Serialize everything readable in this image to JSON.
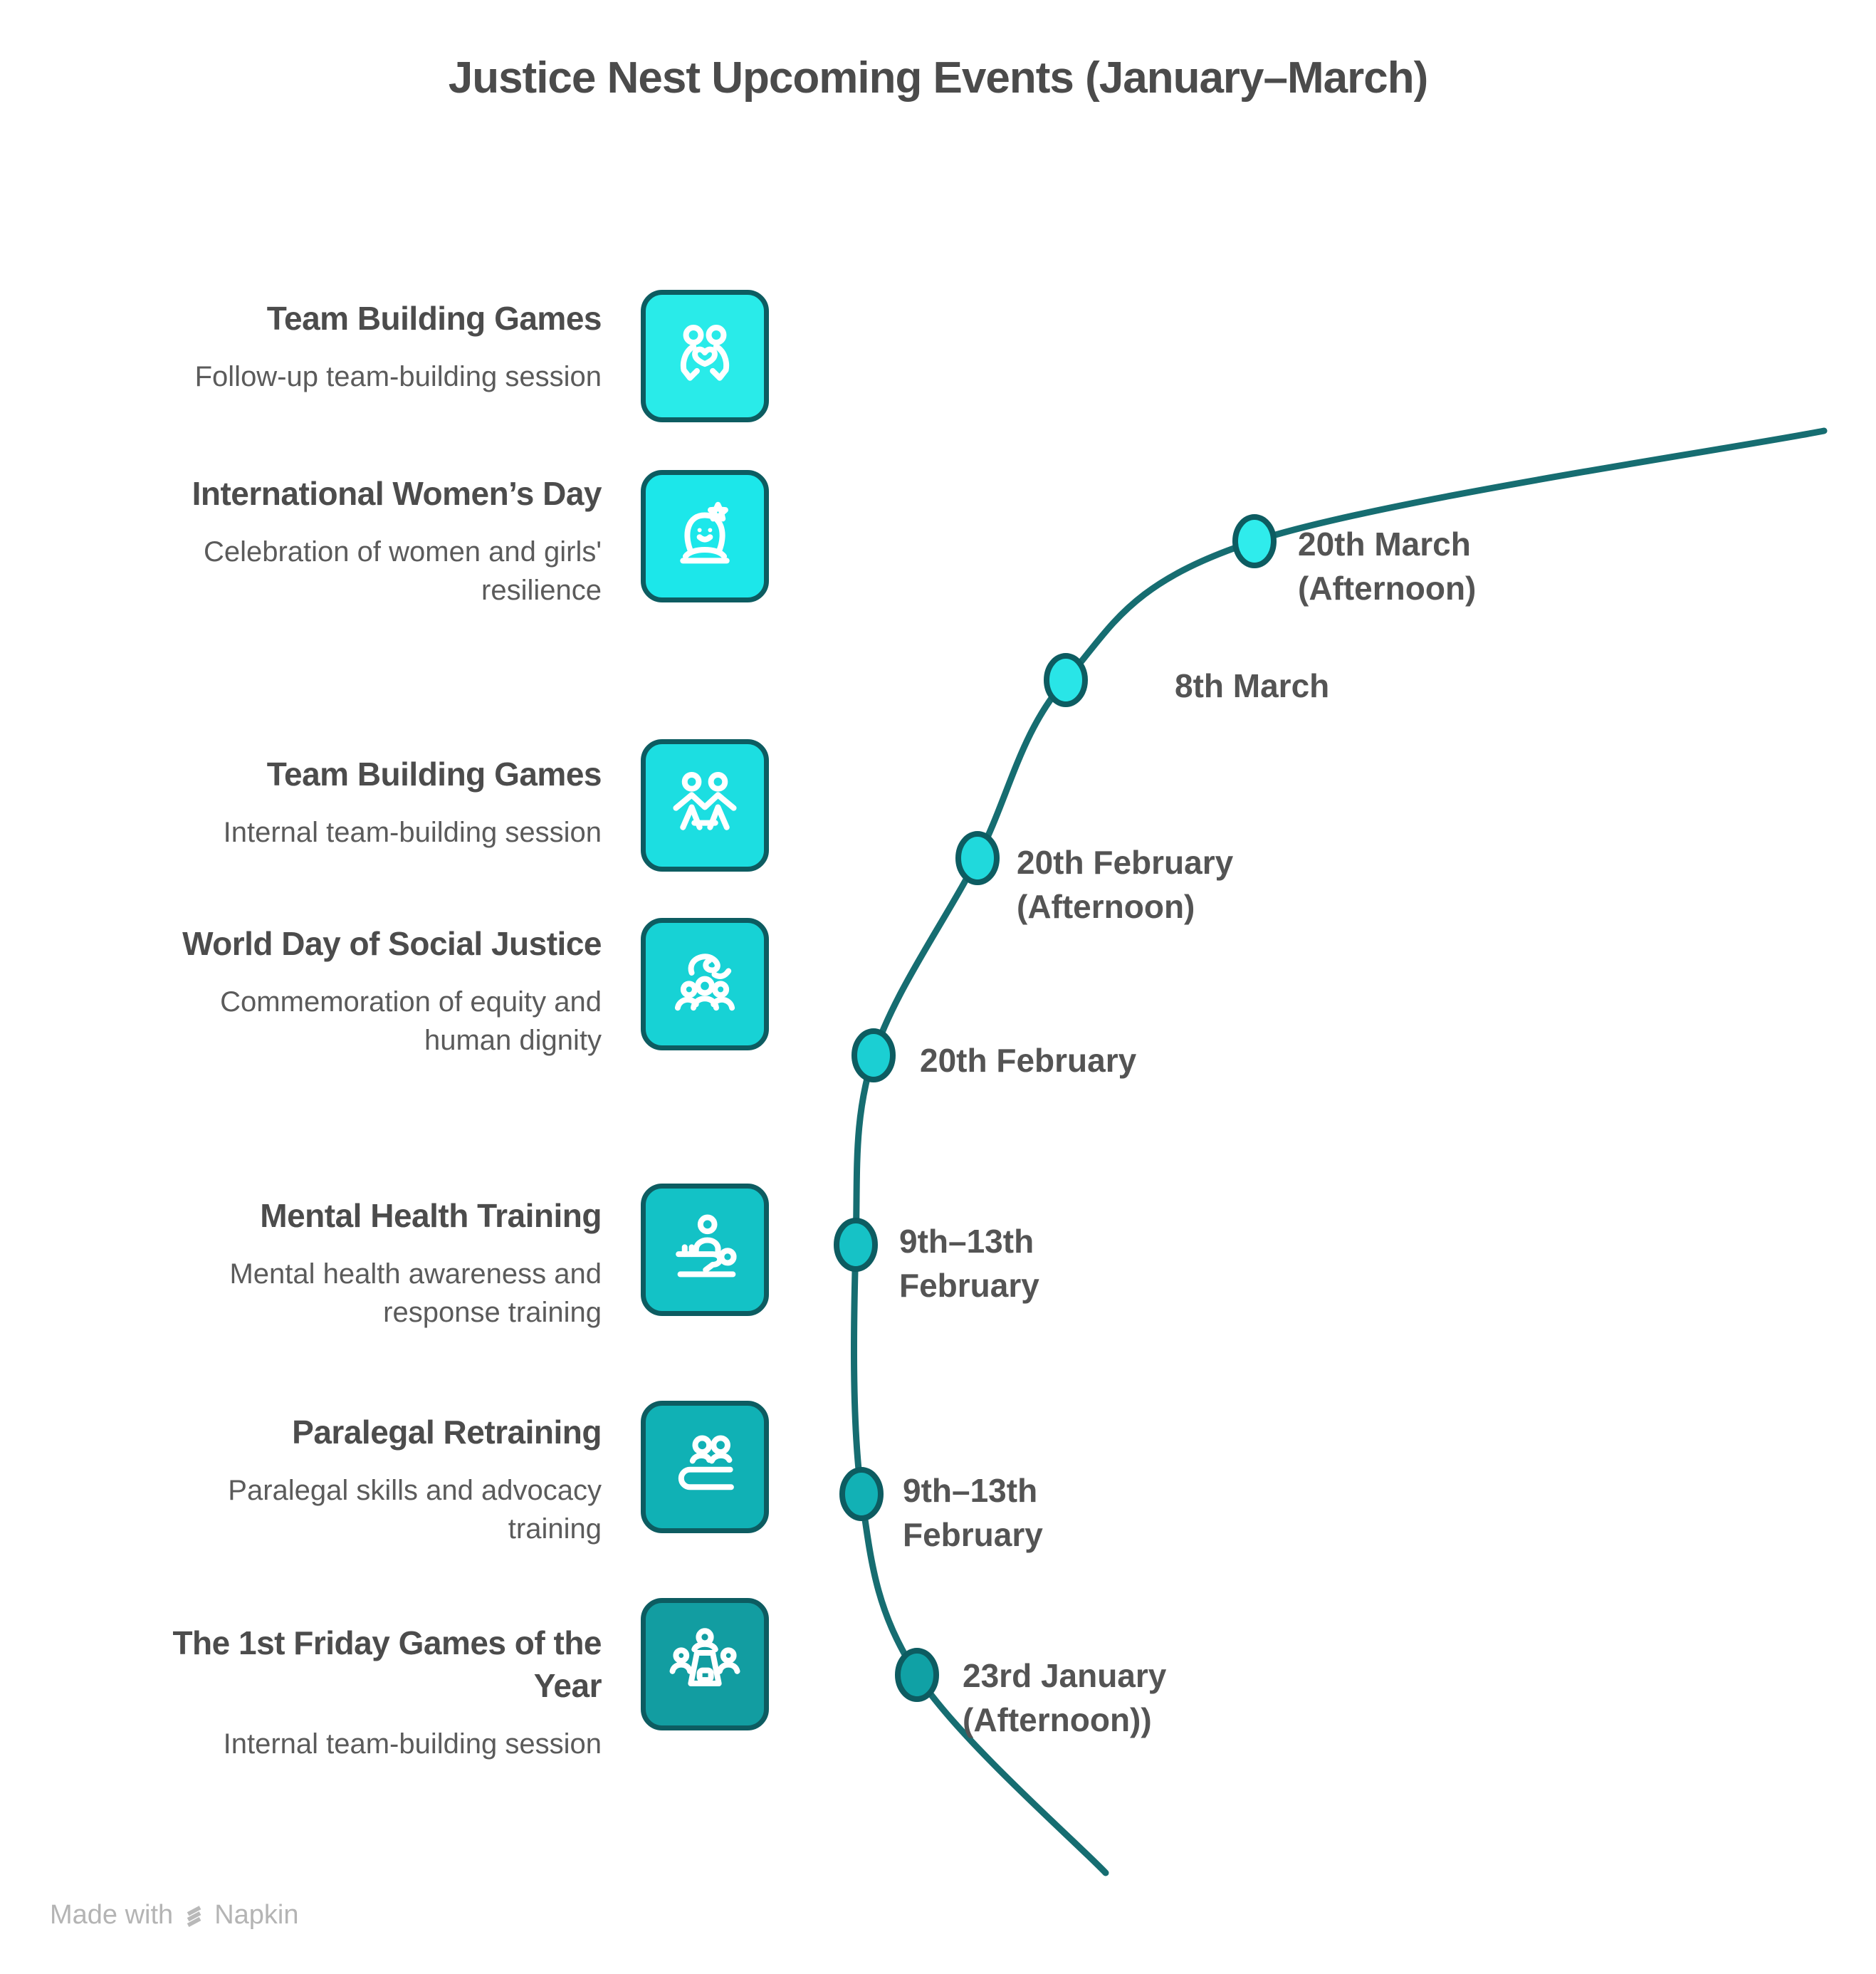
{
  "page_title": "Justice Nest Upcoming Events (January–March)",
  "events": [
    {
      "title": "Team Building Games",
      "description": "Follow-up team-building session",
      "icon": "hugging-people-icon",
      "tile_color": "#29ebe9"
    },
    {
      "title": "International Women’s Day",
      "description": "Celebration of women and girls' resilience",
      "icon": "woman-flower-icon",
      "tile_color": "#1ce7ea"
    },
    {
      "title": "Team Building Games",
      "description": "Internal team-building session",
      "icon": "standing-people-icon",
      "tile_color": "#1cdee1"
    },
    {
      "title": "World Day of Social Justice",
      "description": "Commemoration of equity and human dignity",
      "icon": "hand-over-people-icon",
      "tile_color": "#17d2d5"
    },
    {
      "title": "Mental Health Training",
      "description": "Mental health awareness and response training",
      "icon": "care-support-icon",
      "tile_color": "#13c2c6"
    },
    {
      "title": "Paralegal Retraining",
      "description": "Paralegal skills and advocacy training",
      "icon": "people-ledger-icon",
      "tile_color": "#10b1b5"
    },
    {
      "title": "The 1st Friday Games of the Year",
      "description": "Internal team-building session",
      "icon": "meeting-table-icon",
      "tile_color": "#129da1"
    }
  ],
  "timeline": {
    "line_color": "#166d71",
    "dot_border_color": "#0d5c61",
    "labels": [
      {
        "line1": "20th March",
        "line2": "(Afternoon)"
      },
      {
        "line1": "8th March",
        "line2": ""
      },
      {
        "line1": "20th February",
        "line2": "(Afternoon)"
      },
      {
        "line1": "20th February",
        "line2": ""
      },
      {
        "line1": "9th–13th",
        "line2": "February"
      },
      {
        "line1": "9th–13th",
        "line2": "February"
      },
      {
        "line1": "23rd January",
        "line2": "(Afternoon))"
      }
    ],
    "dots": [
      {
        "color": "#2fecec"
      },
      {
        "color": "#29e5e7"
      },
      {
        "color": "#20d9dc"
      },
      {
        "color": "#1bcfd3"
      },
      {
        "color": "#16c2c6"
      },
      {
        "color": "#12b1b5"
      },
      {
        "color": "#10a1a5"
      }
    ]
  },
  "footer": {
    "made_with": "Made with",
    "brand": "Napkin"
  },
  "colors": {
    "background": "#ffffff",
    "title_text": "#4b4b4b",
    "event_title_text": "#4c4c4c",
    "description_text": "#5b5b5b",
    "date_text": "#545454",
    "tile_border": "#0d5c61",
    "footer_text": "#b4b4b4"
  }
}
